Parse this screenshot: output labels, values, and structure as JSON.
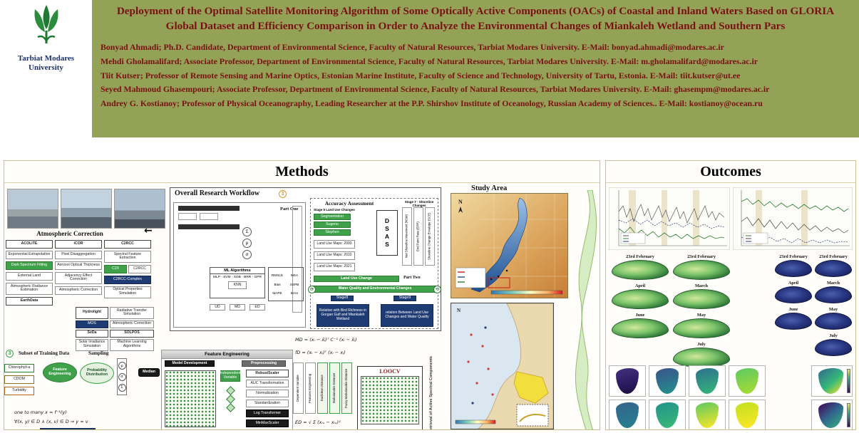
{
  "theme": {
    "banner_olive": "#94A257",
    "title_maroon": "#7A1014",
    "accent_green": "#3FA24B",
    "navy_blue": "#1F3B73",
    "logo_green": "#1E7A33"
  },
  "header": {
    "university": "Tarbiat Modares University",
    "title": "Deployment of the Optimal Satellite Monitoring Algorithm of Some Optically Active Components (OACs) of Coastal and Inland Waters Based on GLORIA Global Dataset and Efficiency Comparison in Order to Analyze the Environmental Changes of Miankaleh Wetland and Southern Pars",
    "authors": [
      "Bonyad Ahmadi; Ph.D. Candidate, Department of Environmental Science, Faculty of Natural Resources, Tarbiat Modares University. E-Mail: bonyad.ahmadi@modares.ac.ir",
      "Mehdi Gholamalifard; Associate Professor, Department of Environmental Science, Faculty of Natural Resources, Tarbiat Modares University. E-Mail: m.gholamalifard@modares.ac.ir",
      "Tiit Kutser; Professor of Remote Sensing and Marine Optics, Estonian Marine Institute, Faculty of Science and Technology, University of Tartu, Estonia. E-Mail: tiit.kutser@ut.ee",
      "Seyed Mahmoud Ghasempouri; Associate Professor, Department of Environmental Science, Faculty of Natural Resources, Tarbiat Modares University. E-Mail: ghasempm@modares.ac.ir",
      "Andrey G. Kostianoy; Professor of Physical Oceanography, Leading Researcher at the P.P. Shirshov Institute of Oceanology, Russian Academy of Sciences.. E-Mail: kostianoy@ocean.ru"
    ]
  },
  "methods": {
    "title": "Methods",
    "atmospheric_correction": {
      "title": "Atmospheric Correction",
      "col1": [
        "ACOLITE",
        "Exponential Extrapolation",
        "Dark Spectrum Fitting",
        "External Land",
        "Atmospheric Radiance Estimation",
        "EarthData"
      ],
      "col2": [
        "iCOR",
        "Pixel Disaggregation",
        "Aerosol Optical Thickness",
        "Adjacency Effect Correction",
        "Atmospheric Correction"
      ],
      "col3": [
        "C2RCC",
        "Spectral Feature Extraction",
        "C2X",
        "C2RCC",
        "C2RCC-Complex",
        "Optical Properties Simulation"
      ],
      "extras": [
        "Hydrolight",
        "Radiative Transfer Simulation",
        "MOS",
        "Atmospheric Correction",
        "SeDa",
        "SOLPOS",
        "Solar Irradiance Simulation",
        "Machine Learning Algorithms"
      ]
    },
    "symbols": [
      "Σ",
      "μ",
      "σ"
    ],
    "workflow": {
      "title": "Overall Research Workflow",
      "step_number": "3",
      "part_one": "Part One",
      "part_two": "Part Two",
      "ml": {
        "header": "ML Algorithms",
        "list": "MLP - SVM - XGB - BRR - GPR",
        "knn": "KNN"
      },
      "metrics": [
        "RMSLE",
        "MSA",
        "Bias",
        "SSPB",
        "MAPE",
        "Error"
      ],
      "distances": [
        "UD",
        "MD",
        "ED"
      ],
      "accuracy": {
        "title": "Accuracy Assessment",
        "stage5": "Stage 5 Land Use Changes",
        "methods": [
          "Segmentation",
          "Sugeno",
          "Stephen"
        ],
        "dsas": "DSAS",
        "stage7": "Stage 7 - Shoreline Changes",
        "shoreline_metrics": [
          "Net Shoreline Movement (NSM)",
          "End Point Rate (EPR)",
          "Shoreline Change Envelope (SCE)"
        ],
        "maps": [
          "Land Use Maps: 2000",
          "Land Use Maps: 2010",
          "Land Use Maps: 2021"
        ],
        "land_use_change": "Land Use Change",
        "wq_bar": "Water Quality and Environmental Changes",
        "stage8": "Stage8",
        "stage9": "Stage9",
        "relations": [
          "Relation with Bird Richness in Gorgan Gulf and Miankaleh Wetland",
          "relation Between Land Use Changes and Water Quality"
        ]
      }
    },
    "study_area": {
      "title": "Study Area"
    },
    "sampling": {
      "step_number": "3",
      "subset": "Subset of Training Data",
      "sampling_label": "Sampling",
      "variables": [
        "Chlorophyll-a",
        "CDOM",
        "Turbidity"
      ],
      "feature_engineering": "Feature Engineering",
      "probability_distribution": "Probability Distribution",
      "median": "Median",
      "formula_one_to_many": "one to many    x = f⁻¹(y)",
      "formula_forall": "∀(x, y) ∈ D ∧ (x, v) ∈ D ⇒ y = v"
    },
    "feature_panel": {
      "title": "Feature Engineering",
      "model_development": "Model Development",
      "preprocessing": "Preprocessing",
      "independent": "Independent Variable",
      "items": [
        "RobustScaler",
        "AUC Transformation",
        "Normalization",
        "Standardization",
        "Log Transformer",
        "MinMaxScaler"
      ]
    },
    "distance_section": {
      "md": "MD = (xᵢ − x̄ⱼ)ᵀ C⁻¹ (xᵢ − x̄ⱼ)",
      "fd": "fD = (xᵢ − xⱼ)ᵀ (xᵢ − xⱼ)",
      "ed": "ED = √ Σ (xᵢᵤ − xᵢᵥ)²",
      "labels": [
        "Dependent Variable",
        "Features Engineering",
        "Euclidean Distance",
        "Mahalanobis Distance",
        "Fuzzy-Mahalanobis Distance"
      ],
      "loocv": "LOOCV",
      "retrieval": "Retrieval of Active Spectral Components"
    }
  },
  "outcomes": {
    "title": "Outcomes",
    "months_col1": [
      "23rd February",
      "April",
      "June"
    ],
    "months_col2": [
      "23rd February",
      "March",
      "May",
      "July"
    ]
  }
}
